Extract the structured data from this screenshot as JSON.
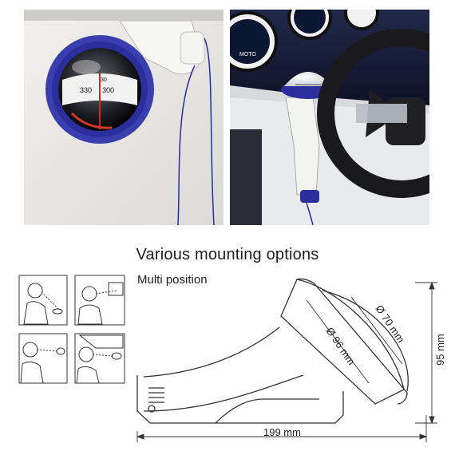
{
  "heading": "Various mounting options",
  "subheading": "Multi position",
  "compass_scale": [
    "330",
    "300",
    "30"
  ],
  "dial_labels": [
    "MOTO"
  ],
  "dimensions": {
    "width": "199 mm",
    "height": "95 mm",
    "outer_diameter": "Ø 96 mm",
    "inner_diameter": "Ø 70 mm"
  },
  "colors": {
    "accent_blue": "#2b2f9e",
    "body_white": "#f3f3f3",
    "line": "#333333"
  }
}
